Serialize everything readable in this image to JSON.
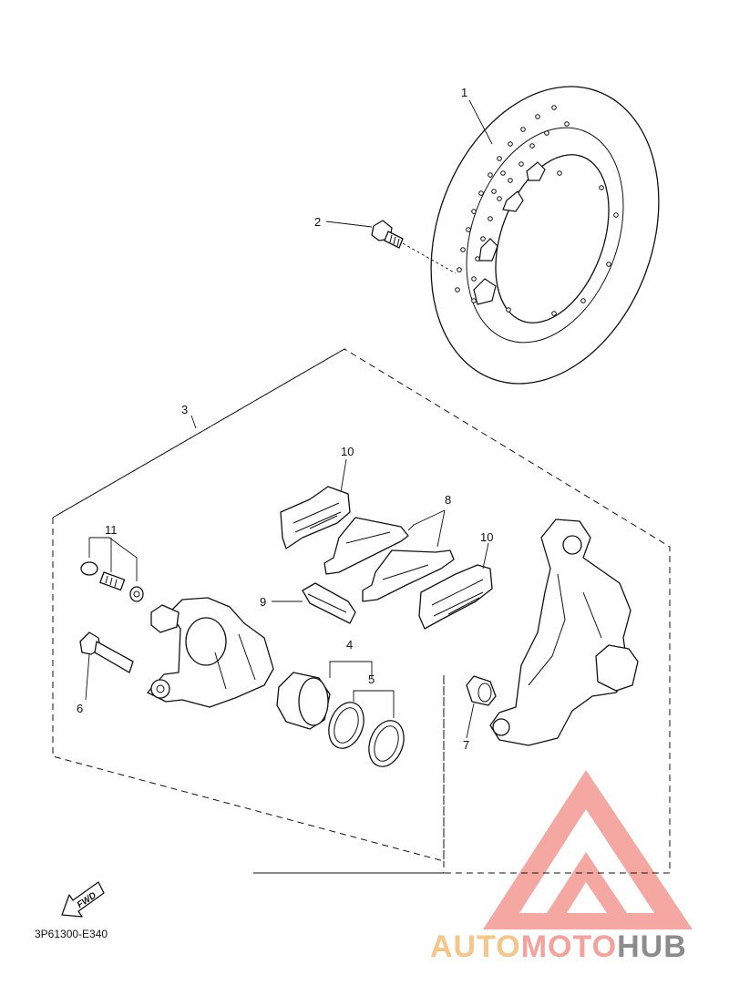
{
  "callouts": {
    "c1": "1",
    "c2": "2",
    "c3": "3",
    "c4": "4",
    "c5": "5",
    "c6": "6",
    "c7": "7",
    "c8": "8",
    "c9": "9",
    "c10a": "10",
    "c10b": "10",
    "c11": "11"
  },
  "fwd_label": "FWD",
  "reference_code": "3P61300-E340",
  "watermark": {
    "part1": "AUTO",
    "part2": "MOTO",
    "part3": "HUB",
    "colors": {
      "auto": "#f6c58a",
      "moto": "#f5a29c",
      "hub": "#8c8c8c",
      "logo": "#f28a84"
    }
  }
}
